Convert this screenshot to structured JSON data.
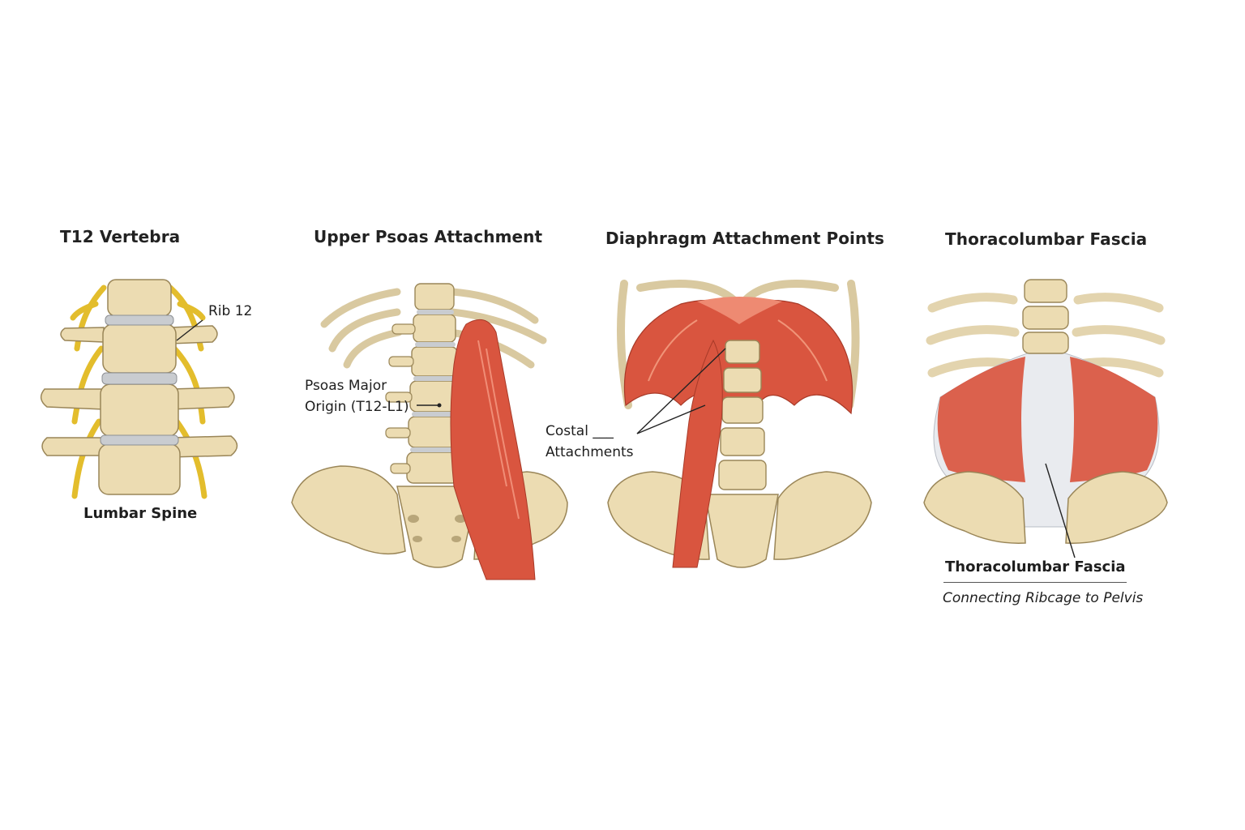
{
  "panels": [
    {
      "title": "T12 Vertebra",
      "labels": {
        "rib": "Rib 12",
        "bottom": "Lumbar Spine"
      }
    },
    {
      "title": "Upper Psoas Attachment",
      "labels": {
        "origin_line1": "Psoas Major",
        "origin_line2": "Origin (T12-L1)"
      }
    },
    {
      "title": "Diaphragm Attachment Points",
      "labels": {
        "costal_line1": "Costal ___",
        "costal_line2": "Attachments"
      }
    },
    {
      "title": "Thoracolumbar Fascia",
      "labels": {
        "caption": "Thoracolumbar Fascia",
        "subcaption": "Connecting Ribcage to Pelvis"
      }
    }
  ],
  "colors": {
    "bone": "#ecdcb2",
    "bone_shadow": "#c9b27e",
    "nerve": "#e8c43a",
    "muscle": "#d9553f",
    "muscle_light": "#ee8a72",
    "fascia": "#e9ebef",
    "disc": "#c9ccd0",
    "outline": "#8a7a55"
  }
}
